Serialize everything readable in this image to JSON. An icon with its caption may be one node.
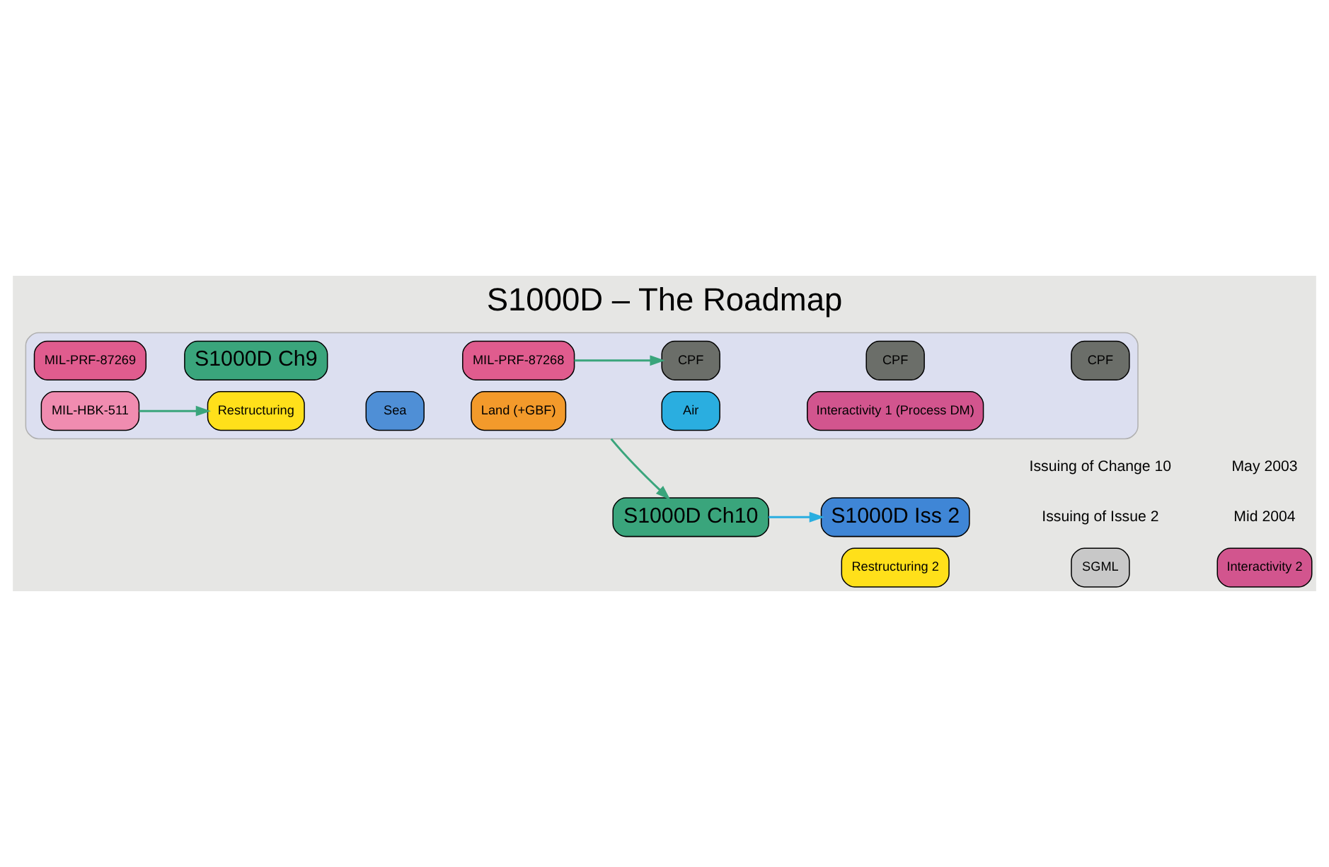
{
  "diagram": {
    "title": "S1000D – The Roadmap",
    "nodes": [
      {
        "text": [],
        "shape": "box"
      },
      {
        "text": [
          "MIL-PRF-87268"
        ],
        "in": 0
      },
      {
        "text": [
          "MIL-PRF-87269"
        ],
        "in": 0
      },
      {
        "text": [
          "S1000D Ch9"
        ],
        "in": 0
      },
      {
        "text": [
          "CPF"
        ],
        "in": 0
      },
      {
        "text": [
          "CPF"
        ],
        "in": 0
      },
      {
        "text": [
          "CPF"
        ],
        "in": 0
      },
      {
        "text": [
          "MIL-HBK-511"
        ],
        "in": 0
      },
      {
        "text": [
          "Restructuring"
        ],
        "in": 0
      },
      {
        "text": [
          "Sea"
        ],
        "in": 0
      },
      {
        "text": [
          "Land (+GBF)"
        ],
        "in": 0
      },
      {
        "text": [
          "Air"
        ],
        "in": 0
      },
      {
        "text": [
          "Interactivity 1 (Process DM)"
        ],
        "in": 0
      },
      {
        "text": [
          "S1000D Ch10"
        ]
      },
      {
        "text": [
          "S1000D Iss 2"
        ]
      },
      {
        "text": [
          "Restructuring 2"
        ]
      },
      {
        "text": [
          "SGML"
        ]
      },
      {
        "text": [
          "Interactivity 2"
        ]
      }
    ],
    "edges": [
      {
        "from": 1,
        "to": 4,
        "arrow": "to"
      },
      {
        "from": 7,
        "to": 8,
        "arrow": "to"
      },
      {
        "from": 0,
        "to": 13,
        "arrow": "to"
      },
      {
        "from": 13,
        "to": 14,
        "arrow": "to",
        "color": "#2aaee0"
      }
    ],
    "labels": [
      "Issuing of Change 10",
      "Issuing of Issue 2",
      "May 2003",
      "Mid 2004"
    ]
  }
}
